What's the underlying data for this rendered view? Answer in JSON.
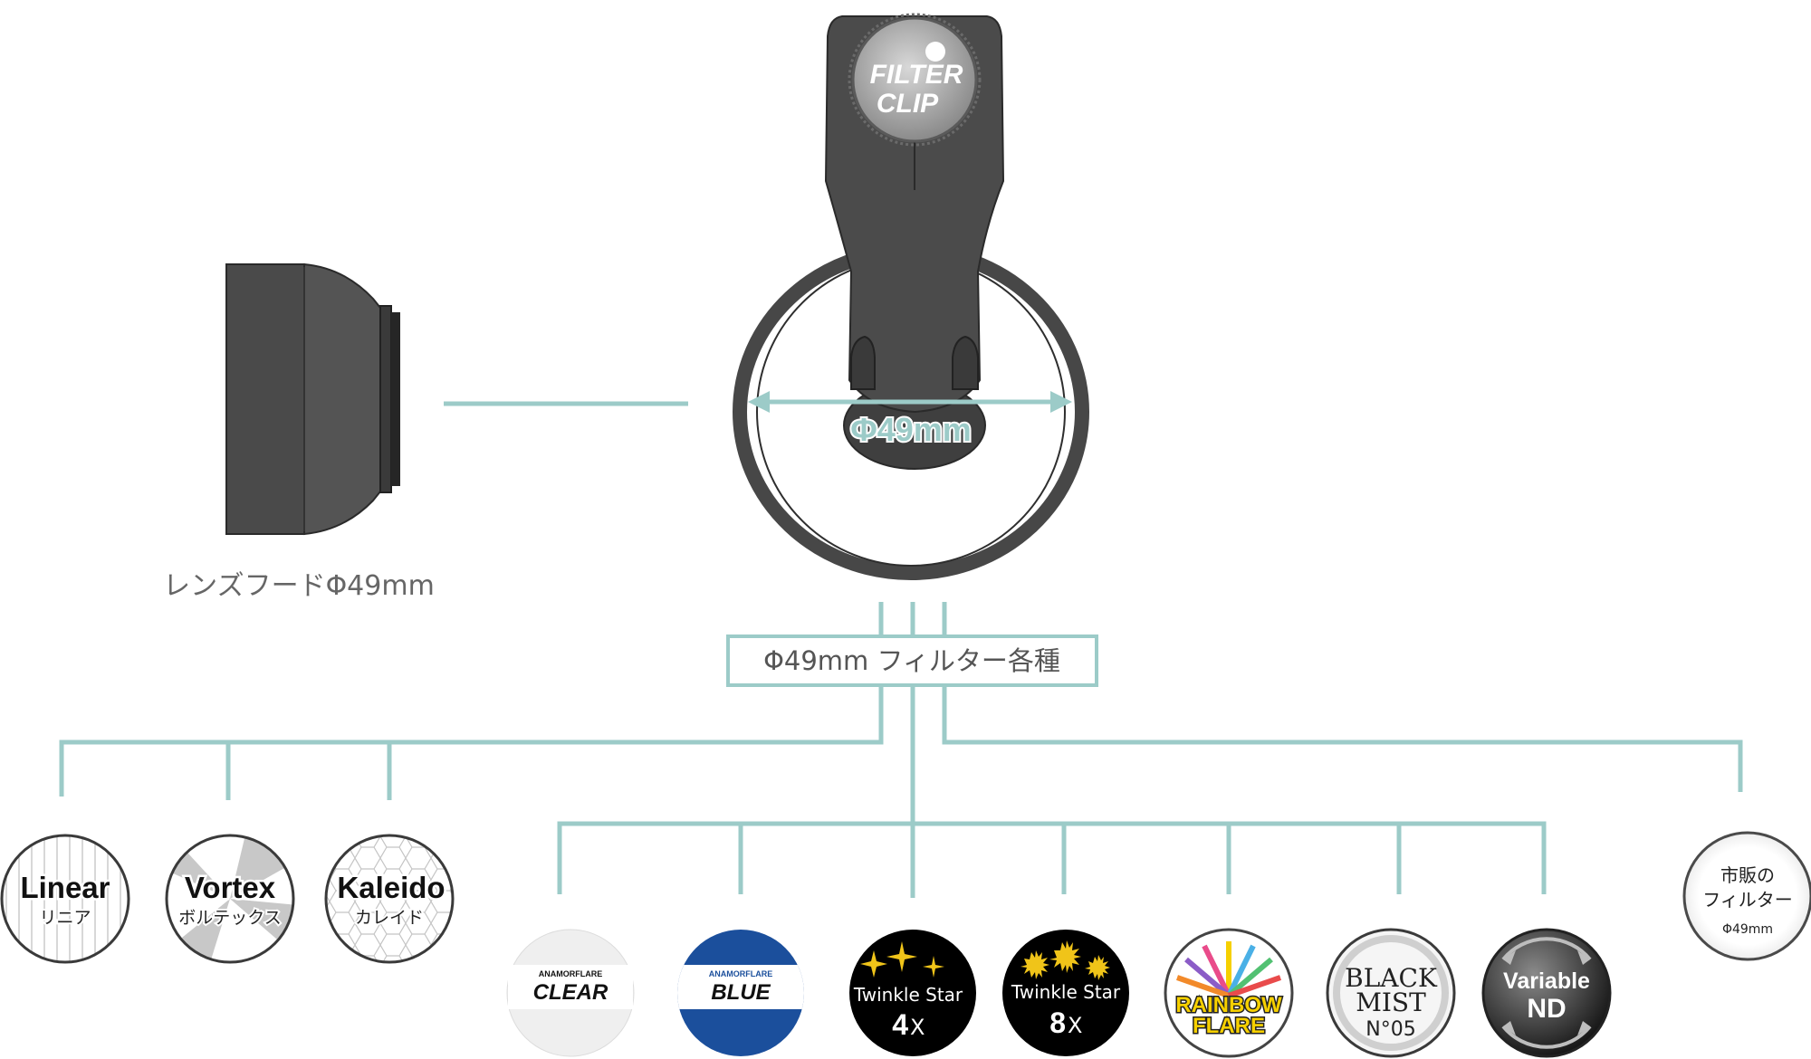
{
  "clip": {
    "dial_text_line1": "FILTER",
    "dial_text_line2": "CLIP",
    "diameter_label": "Φ49mm"
  },
  "hood": {
    "label": "レンズフードΦ49mm"
  },
  "filters_box": {
    "label": "Φ49mm フィルター各種"
  },
  "filters": {
    "linear": {
      "title": "Linear",
      "sub": "リニア"
    },
    "vortex": {
      "title": "Vortex",
      "sub": "ボルテックス"
    },
    "kaleido": {
      "title": "Kaleido",
      "sub": "カレイド"
    },
    "clear": {
      "small": "ANAMORFLARE",
      "title": "CLEAR"
    },
    "blue": {
      "small": "ANAMORFLARE",
      "title": "BLUE"
    },
    "twinkle4": {
      "title": "Twinkle Star",
      "mult_num": "4",
      "mult_x": "X"
    },
    "twinkle8": {
      "title": "Twinkle Star",
      "mult_num": "8",
      "mult_x": "X"
    },
    "rainbow": {
      "line1": "RAINBOW",
      "line2": "FLARE"
    },
    "blackmist": {
      "line1": "BLACK",
      "line2": "MIST",
      "line3": "N°05"
    },
    "variable": {
      "line1": "Variable",
      "line2": "ND"
    },
    "generic": {
      "line1": "市販の",
      "line2": "フィルター",
      "line3": "Φ49mm"
    }
  },
  "colors": {
    "connector": "#9ccbc8",
    "clip_body": "#4a4a4a",
    "blue_filter": "#1b4f9c"
  }
}
